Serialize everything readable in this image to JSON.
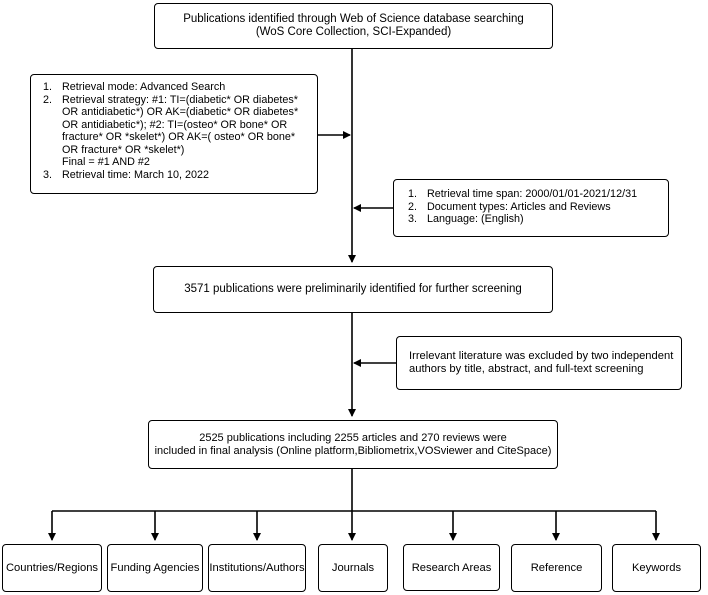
{
  "top_box": {
    "lines": [
      "Publications identified through Web of Science database searching",
      "(WoS Core Collection, SCI-Expanded)"
    ]
  },
  "retrieval_box": {
    "items": [
      {
        "num": "1.",
        "lines": [
          "Retrieval mode: Advanced Search"
        ]
      },
      {
        "num": "2.",
        "lines": [
          "Retrieval strategy: #1: TI=(diabetic* OR diabetes*",
          "OR antidiabetic*) OR AK=(diabetic* OR diabetes*",
          "OR antidiabetic*);  #2: TI=(osteo* OR bone* OR",
          "fracture* OR *skelet*) OR AK=( osteo* OR bone*",
          "OR fracture* OR *skelet*)",
          "Final = #1 AND #2"
        ]
      },
      {
        "num": "3.",
        "lines": [
          "Retrieval time: March 10, 2022"
        ]
      }
    ]
  },
  "filter_box": {
    "items": [
      {
        "num": "1.",
        "text": "Retrieval time span: 2000/01/01-2021/12/31"
      },
      {
        "num": "2.",
        "text": "Document types: Articles and Reviews"
      },
      {
        "num": "3.",
        "text": "Language: (English)"
      }
    ]
  },
  "prelim_box": {
    "text": "3571 publications were preliminarily identified for further screening"
  },
  "exclusion_box": {
    "lines": [
      "Irrelevant literature was excluded by two independent",
      "authors by title, abstract, and full-text screening"
    ]
  },
  "final_box": {
    "lines": [
      "2525 publications including 2255 articles and 270 reviews were",
      "included in final analysis (Online platform,Bibliometrix,VOSviewer and CiteSpace)"
    ]
  },
  "categories": [
    "Countries/Regions",
    "Funding Agencies",
    "Institutions/Authors",
    "Journals",
    "Research Areas",
    "Reference",
    "Keywords"
  ]
}
